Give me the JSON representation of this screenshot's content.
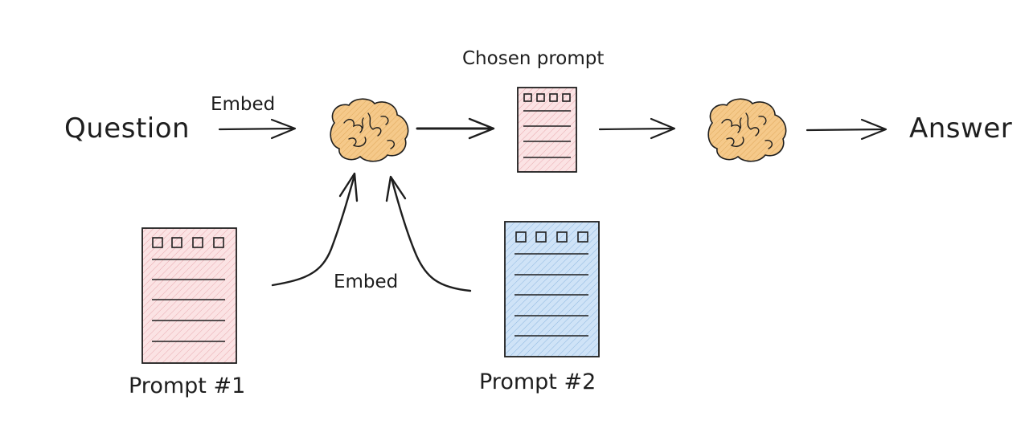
{
  "labels": {
    "question": "Question",
    "answer": "Answer",
    "embed_top": "Embed",
    "embed_bottom": "Embed",
    "chosen_prompt": "Chosen prompt",
    "prompt_1": "Prompt #1",
    "prompt_2": "Prompt #2"
  },
  "icons": {
    "brain": "brain-icon",
    "document": "document-icon",
    "arrow": "arrow-icon"
  },
  "colors": {
    "stroke": "#1e1e1e",
    "brain_fill": "#f5c98a",
    "prompt_pink_fill": "#fbe3e4",
    "prompt_blue_fill": "#cfe3f7",
    "background": "#ffffff"
  }
}
